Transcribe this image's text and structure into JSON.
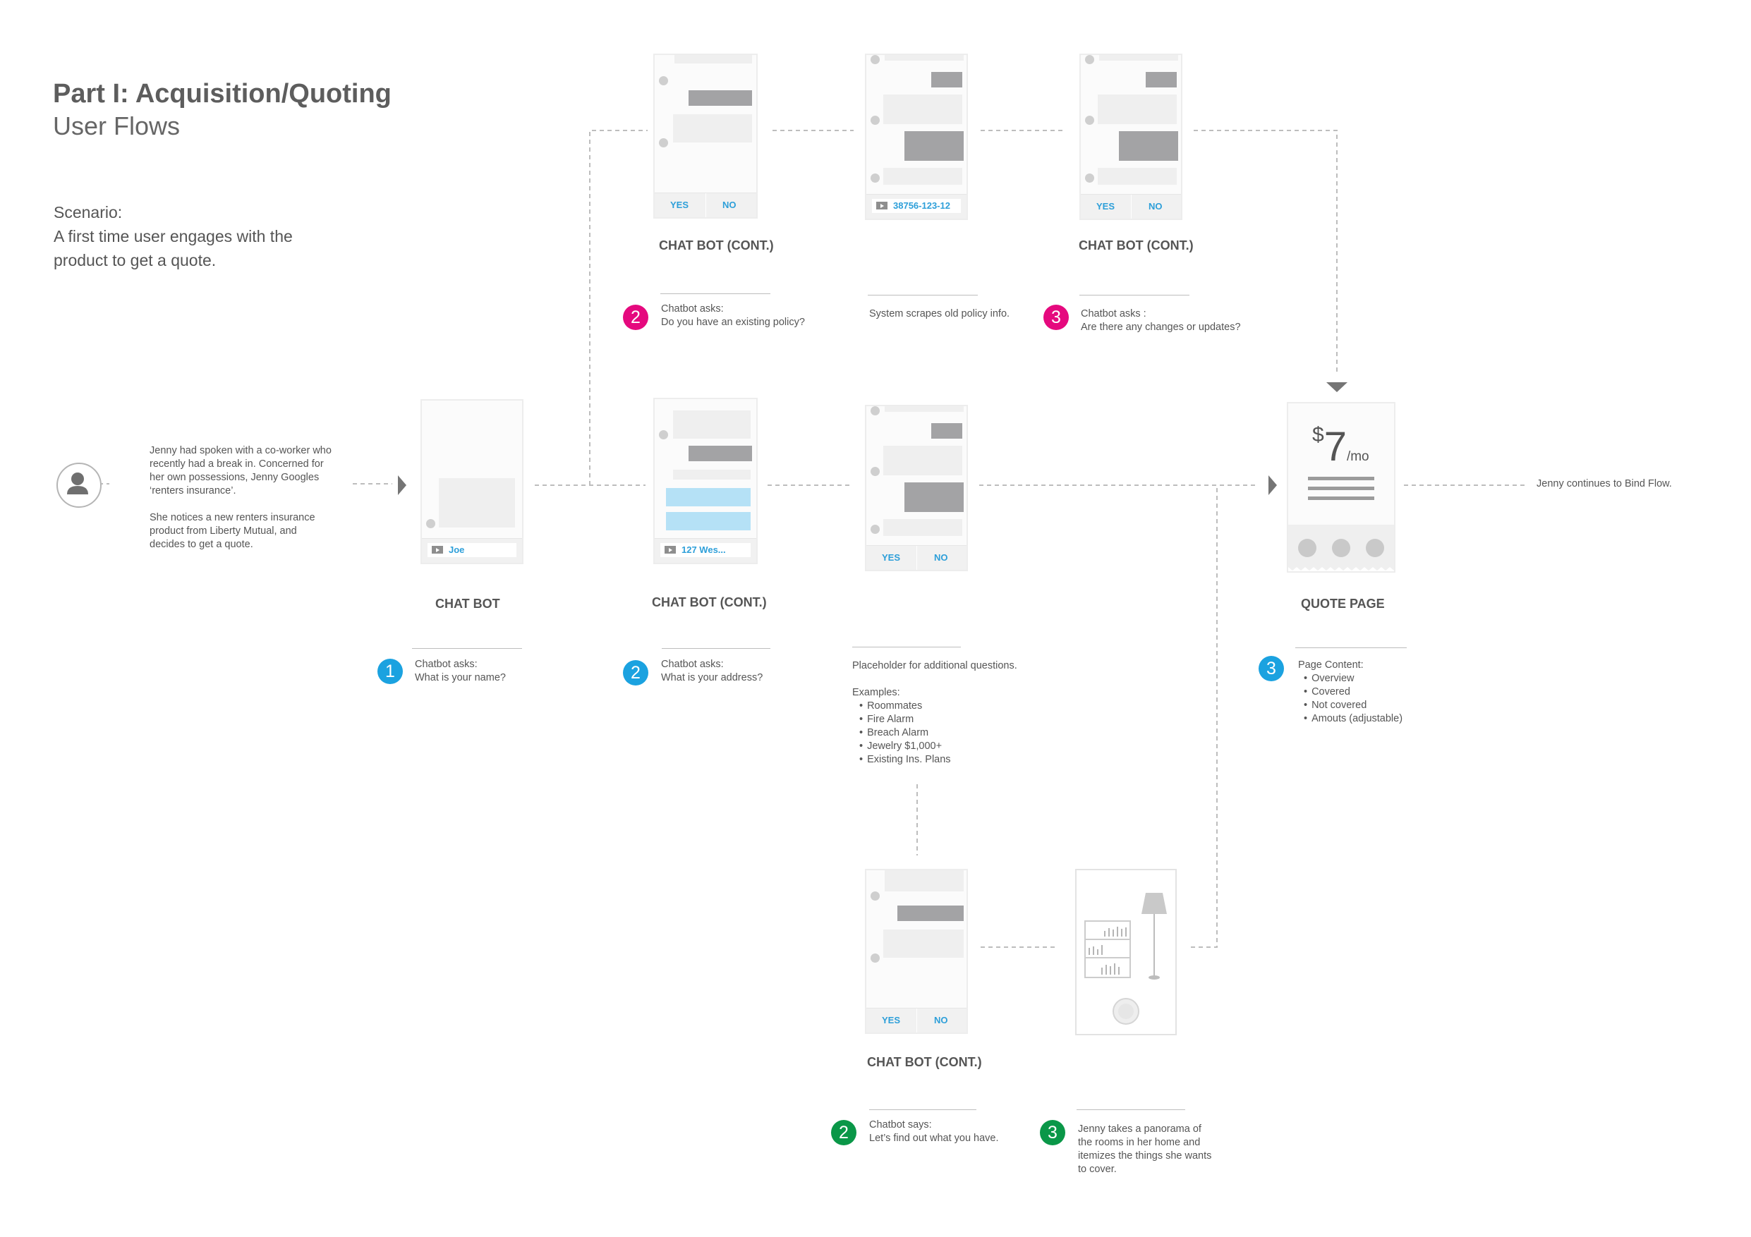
{
  "title": "Part I: Acquisition/Quoting",
  "subtitle": "User Flows",
  "scenario": {
    "heading": "Scenario:",
    "lines": [
      "A first time user engages with the",
      "product to get a quote."
    ]
  },
  "story": [
    "Jenny had spoken with a co-worker who",
    "recently had a break in. Concerned for",
    "her own possessions, Jenny Googles",
    "‘renters insurance’.",
    "",
    "She notices a new renters insurance",
    "product from Liberty Mutual, and",
    "decides to get a quote."
  ],
  "colors": {
    "blue": "#1ba2e0",
    "pink": "#e5097e",
    "green": "#0a9748",
    "accent_text": "#2d9fd9"
  },
  "screens": {
    "name": {
      "input": "Joe",
      "label": "CHAT BOT"
    },
    "address": {
      "input": "127 Wes...",
      "label": "CHAT BOT (CONT.)"
    },
    "existing": {
      "yes": "YES",
      "no": "NO",
      "label": "CHAT BOT (CONT.)"
    },
    "scrape": {
      "input": "38756-123-12"
    },
    "changes": {
      "yes": "YES",
      "no": "NO",
      "label": "CHAT BOT (CONT.)"
    },
    "extra": {
      "yes": "YES",
      "no": "NO"
    },
    "inventory": {
      "yes": "YES",
      "no": "NO",
      "label": "CHAT BOT (CONT.)"
    },
    "panorama": {
      "icon": "room-panorama-icon"
    }
  },
  "notes": {
    "n1": {
      "badge": "1",
      "lines": [
        "Chatbot asks:",
        "What is your name?"
      ]
    },
    "n2addr": {
      "badge": "2",
      "lines": [
        "Chatbot asks:",
        "What is your address?"
      ]
    },
    "n2pol": {
      "badge": "2",
      "lines": [
        "Chatbot asks:",
        "Do you have an existing policy?"
      ]
    },
    "scrape": {
      "lines": [
        "System scrapes old policy info."
      ]
    },
    "n3chg": {
      "badge": "3",
      "lines": [
        "Chatbot asks :",
        "Are there any changes or updates?"
      ]
    },
    "placeholder": {
      "lines": [
        "Placeholder for additional questions.",
        "",
        "Examples:"
      ],
      "items": [
        "Roommates",
        "Fire Alarm",
        "Breach Alarm",
        "Jewelry $1,000+",
        "Existing Ins. Plans"
      ]
    },
    "n2says": {
      "badge": "2",
      "lines": [
        "Chatbot says:",
        "Let’s find out what you have."
      ]
    },
    "n3pan": {
      "badge": "3",
      "lines": [
        "Jenny takes a panorama of",
        "the rooms in her home and",
        "itemizes the things she wants",
        "to cover."
      ]
    },
    "n3quote": {
      "badge": "3",
      "title": "Page Content:",
      "items": [
        "Overview",
        "Covered",
        "Not covered",
        "Amouts (adjustable)"
      ]
    }
  },
  "quote": {
    "currency": "$",
    "amount": "7",
    "period": "/mo",
    "label": "QUOTE PAGE"
  },
  "continue": "Jenny continues to Bind Flow."
}
